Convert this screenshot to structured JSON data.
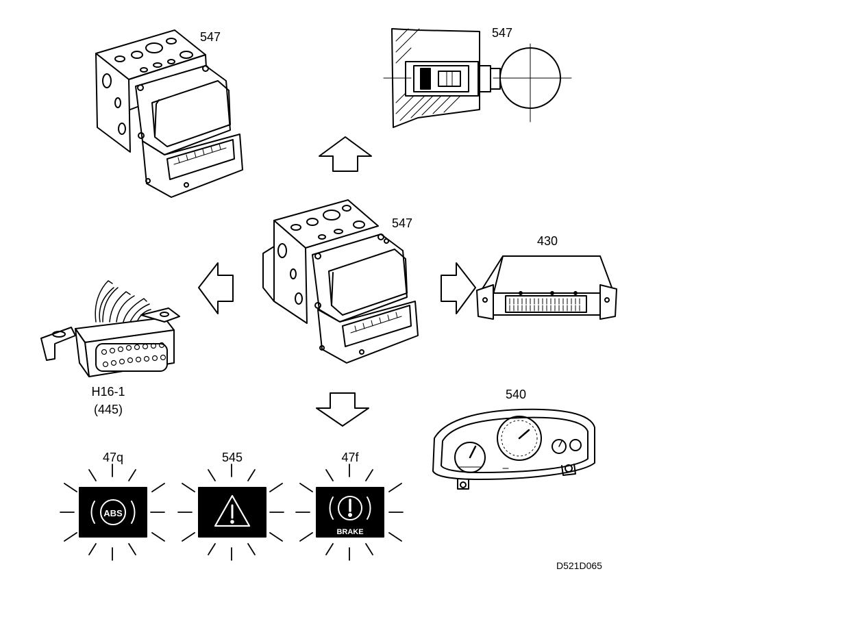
{
  "labels": {
    "abs_unit_top": "547",
    "valve_section": "547",
    "abs_unit_center": "547",
    "control_module": "430",
    "diag_connector": "H16-1",
    "diag_connector_ref": "(445)",
    "instrument_cluster": "540",
    "abs_lamp": "47q",
    "warning_lamp": "545",
    "brake_lamp": "47f",
    "figure_code": "D521D065"
  },
  "lamp_text": {
    "abs": "ABS",
    "brake": "BRAKE"
  },
  "icons": {
    "up_arrow": "hollow-arrow-up",
    "left_arrow": "hollow-arrow-left",
    "right_arrow": "hollow-arrow-right",
    "down_arrow": "hollow-arrow-down"
  },
  "colors": {
    "ink": "#000000",
    "paper": "#ffffff"
  }
}
